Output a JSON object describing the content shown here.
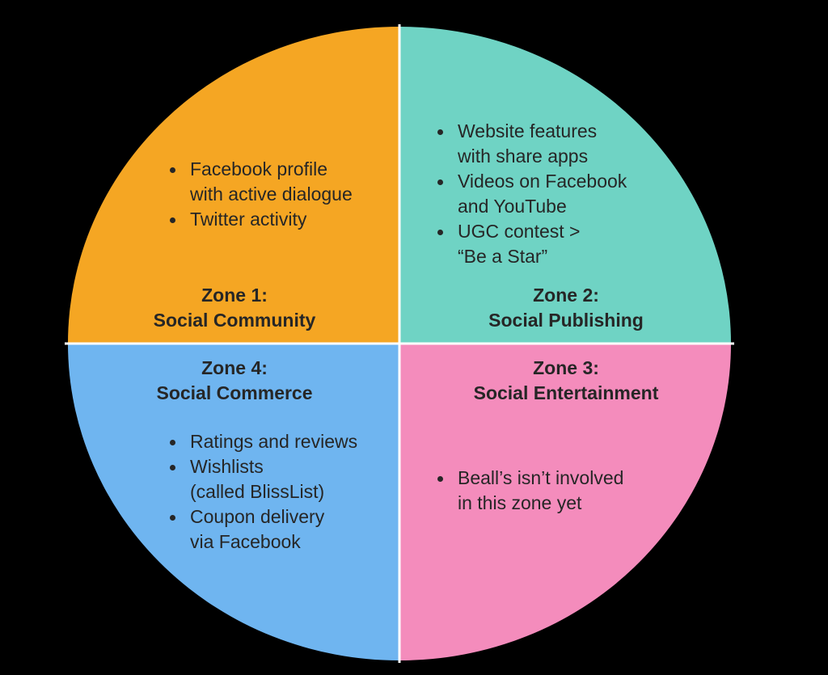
{
  "colors": {
    "background": "#000000",
    "zone1": "#F5A623",
    "zone2": "#6FD3C4",
    "zone3": "#F48CBC",
    "zone4": "#6FB5F0",
    "divider": "#FFFFFF",
    "text": "#262626"
  },
  "zones": [
    {
      "id": 1,
      "title_line1": "Zone 1:",
      "title_line2": "Social Community",
      "items": [
        {
          "lines": [
            "Facebook profile",
            "with active dialogue"
          ]
        },
        {
          "lines": [
            "Twitter activity"
          ]
        }
      ]
    },
    {
      "id": 2,
      "title_line1": "Zone 2:",
      "title_line2": "Social Publishing",
      "items": [
        {
          "lines": [
            "Website features",
            "with share apps"
          ]
        },
        {
          "lines": [
            "Videos on Facebook",
            "and YouTube"
          ]
        },
        {
          "lines": [
            "UGC contest >",
            "“Be a Star”"
          ]
        }
      ]
    },
    {
      "id": 3,
      "title_line1": "Zone 3:",
      "title_line2": "Social Entertainment",
      "items": [
        {
          "lines": [
            "Beall’s isn’t involved",
            "in this zone yet"
          ]
        }
      ]
    },
    {
      "id": 4,
      "title_line1": "Zone 4:",
      "title_line2": "Social Commerce",
      "items": [
        {
          "lines": [
            "Ratings and reviews"
          ]
        },
        {
          "lines": [
            "Wishlists",
            "(called BlissList)"
          ]
        },
        {
          "lines": [
            "Coupon delivery",
            "via Facebook"
          ]
        }
      ]
    }
  ]
}
